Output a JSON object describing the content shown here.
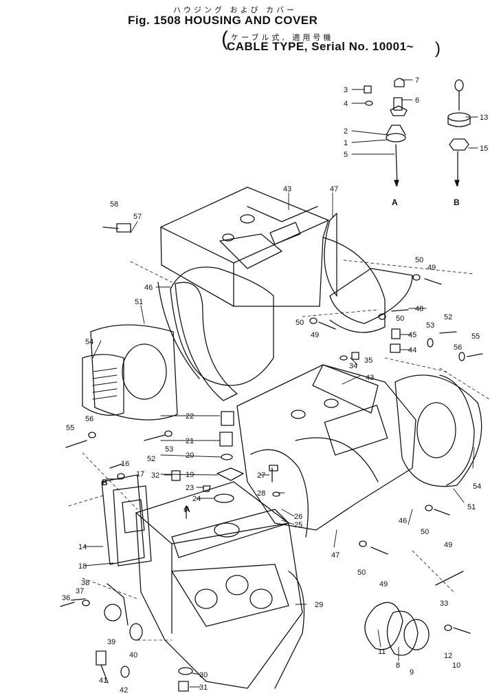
{
  "header": {
    "jp_title": "ハウジング および カバー",
    "fig_title": "Fig. 1508 HOUSING AND COVER",
    "jp_sub": "ケーブル式, 適用号機",
    "sub_title": "CABLE TYPE, Serial No. 10001~"
  },
  "callouts": {
    "c1": "1",
    "c2": "2",
    "c3": "3",
    "c4": "4",
    "c5": "5",
    "c6": "6",
    "c7": "7",
    "c8": "8",
    "c9": "9",
    "c10": "10",
    "c11": "11",
    "c12": "12",
    "c13": "13",
    "c14": "14",
    "c15": "15",
    "c16": "16",
    "c17": "17",
    "c18": "18",
    "c19": "19",
    "c20": "20",
    "c21": "21",
    "c22": "22",
    "c23": "23",
    "c24": "24",
    "c25": "25",
    "c26": "26",
    "c27": "27",
    "c28": "28",
    "c29": "29",
    "c30": "30",
    "c31": "31",
    "c32": "32",
    "c33": "33",
    "c34": "34",
    "c35": "35",
    "c36": "36",
    "c37": "37",
    "c38": "38",
    "c39": "39",
    "c40": "40",
    "c41": "41",
    "c42": "42",
    "c43": "43",
    "c44": "44",
    "c45": "45",
    "c46": "46",
    "c47": "47",
    "c48": "48",
    "c49": "49",
    "c50": "50",
    "c51": "51",
    "c52": "52",
    "c53": "53",
    "c54": "54",
    "c55": "55",
    "c56": "56",
    "c57": "57",
    "c58": "58"
  },
  "view_letters": {
    "a": "A",
    "b": "B"
  }
}
